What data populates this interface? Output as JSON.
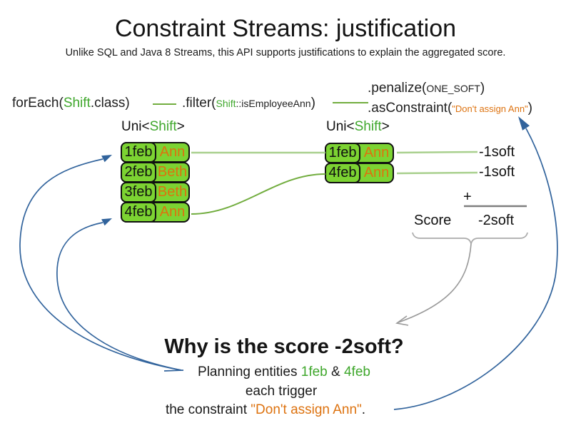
{
  "title": "Constraint Streams: justification",
  "subtitle": "Unlike SQL and Java 8 Streams, this API supports justifications to explain the aggregated score.",
  "code": {
    "foreach": {
      "pre": "forEach(",
      "arg": "Shift",
      "post": ".class)"
    },
    "filter": {
      "pre": ".filter(",
      "arg": "Shift",
      "method": "::isEmployeeAnn",
      "close": ")"
    },
    "penalize": {
      "pre": ".penalize(",
      "arg": "ONE_SOFT",
      "close": ")"
    },
    "as_constraint": {
      "pre": ".asConstraint(",
      "arg": "\"Don't assign Ann\"",
      "close": ")"
    }
  },
  "left_stream": {
    "type": {
      "pre": "Uni<",
      "name": "Shift",
      "post": ">"
    },
    "rows": [
      {
        "date": "1feb",
        "employee": "Ann"
      },
      {
        "date": "2feb",
        "employee": "Beth"
      },
      {
        "date": "3feb",
        "employee": "Beth"
      },
      {
        "date": "4feb",
        "employee": "Ann"
      }
    ]
  },
  "right_stream": {
    "type": {
      "pre": "Uni<",
      "name": "Shift",
      "post": ">"
    },
    "rows": [
      {
        "date": "1feb",
        "employee": "Ann"
      },
      {
        "date": "4feb",
        "employee": "Ann"
      }
    ]
  },
  "score": {
    "penalty1": "-1soft",
    "penalty2": "-1soft",
    "plus": "+",
    "label": "Score",
    "value": "-2soft"
  },
  "explanation": {
    "heading": "Why is the score -2soft?",
    "line1": {
      "pre": "Planning entities ",
      "entity1": "1feb",
      "mid": " & ",
      "entity2": "4feb"
    },
    "line2": "each trigger",
    "line3": {
      "pre": "the constraint ",
      "constraint": "\"Don't assign Ann\"",
      "post": "."
    }
  },
  "colors": {
    "green_text": "#3fa72c",
    "orange_text": "#dd720f",
    "box_green": "#7cd332",
    "blue_arrow": "#31639c",
    "light_green_line": "#a9d08e",
    "mid_green_line": "#72ad3f",
    "gray_line": "#8c8c8c"
  }
}
